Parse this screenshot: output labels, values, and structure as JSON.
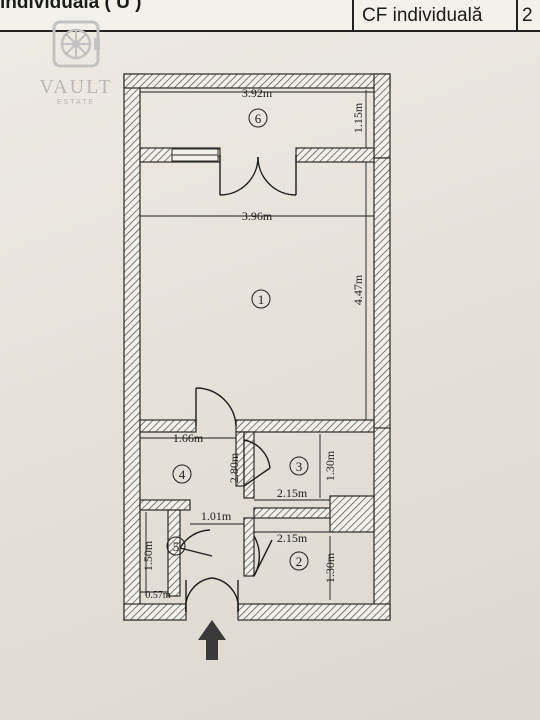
{
  "header": {
    "left_text": "individuala ( U )",
    "middle_text": "CF individuală",
    "right_text": "2"
  },
  "logo": {
    "word": "VAULT",
    "sub": "ESTATE",
    "icon": "vault-door-icon"
  },
  "plan": {
    "rooms": [
      {
        "number": "6"
      },
      {
        "number": "1"
      },
      {
        "number": "4"
      },
      {
        "number": "3"
      },
      {
        "number": "5"
      },
      {
        "number": "2"
      }
    ],
    "dimensions": {
      "room6_width": "3.92m",
      "room6_depth": "1.15m",
      "room1_width": "3.96m",
      "room1_length": "4.47m",
      "room4_width": "1.66m",
      "room4_length": "2.80m",
      "room3_width": "2.15m",
      "room3_depth": "1.30m",
      "hall_width": "1.01m",
      "room2_width": "2.15m",
      "room2_depth": "1.30m",
      "room5_depth": "1.50m",
      "room5_width": "0.57m"
    },
    "entrance_icon": "entrance-arrow-icon"
  },
  "colors": {
    "wall": "#555555",
    "line": "#1c1c1c",
    "paper": "#eeebe4"
  }
}
